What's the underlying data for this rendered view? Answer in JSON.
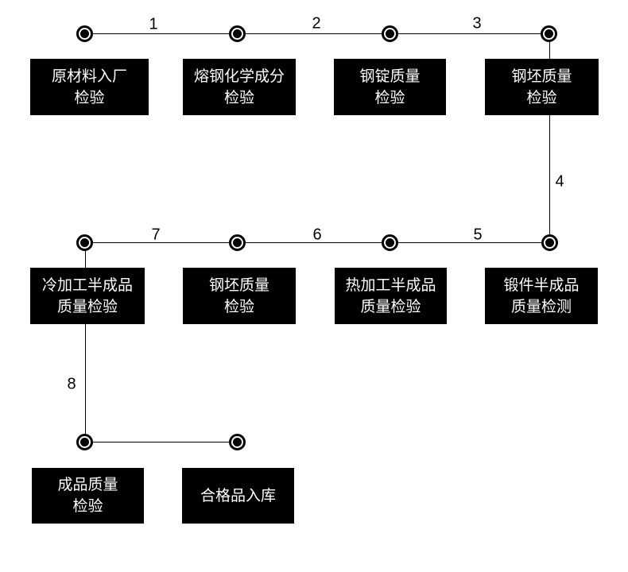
{
  "diagram": {
    "type": "process-flow",
    "boxes": [
      {
        "line1": "原材料入厂",
        "line2": "检验"
      },
      {
        "line1": "熔钢化学成分",
        "line2": "检验"
      },
      {
        "line1": "钢锭质量",
        "line2": "检验"
      },
      {
        "line1": "钢坯质量",
        "line2": "检验"
      },
      {
        "line1": "冷加工半成品",
        "line2": "质量检验"
      },
      {
        "line1": "钢坯质量",
        "line2": "检验"
      },
      {
        "line1": "热加工半成品",
        "line2": "质量检验"
      },
      {
        "line1": "锻件半成品",
        "line2": "质量检测"
      },
      {
        "line1": "成品质量",
        "line2": "检验"
      },
      {
        "line1": "合格品入库",
        "line2": ""
      }
    ],
    "edge_labels": [
      "1",
      "2",
      "3",
      "4",
      "5",
      "6",
      "7",
      "8"
    ],
    "colors": {
      "background": "#ffffff",
      "box_fill": "#000000",
      "box_text": "#ffffff",
      "line": "#000000",
      "label_text": "#000000"
    }
  }
}
